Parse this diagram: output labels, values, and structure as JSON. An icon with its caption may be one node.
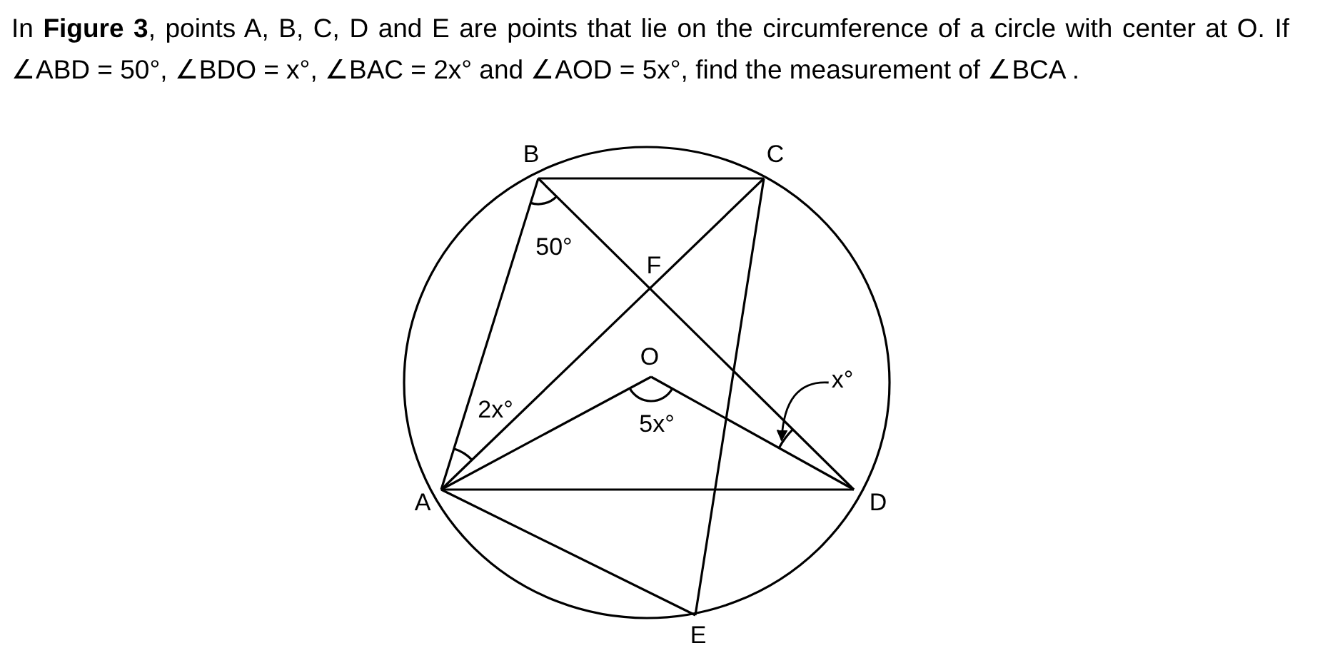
{
  "diagram": {
    "nodes": [
      {
        "text": [
          "x°"
        ]
      },
      {
        "text": [],
        "shape": "arc"
      }
    ],
    "edges": [
      {
        "from": 0,
        "to": 1,
        "arrow": "to"
      }
    ],
    "labels": [
      "In **Figure 3**, points A, B, C, D and E are points that lie on the circumference of a circle with center at O. If ∠ABD = 50°,  ∠BDO = x°, ∠BAC = 2x° and ∠AOD = 5x°, find the measurement of ∠BCA .",
      "B",
      "C",
      "50°",
      "F",
      "O",
      "2x°",
      "5x°",
      "A",
      "D",
      "E"
    ]
  }
}
